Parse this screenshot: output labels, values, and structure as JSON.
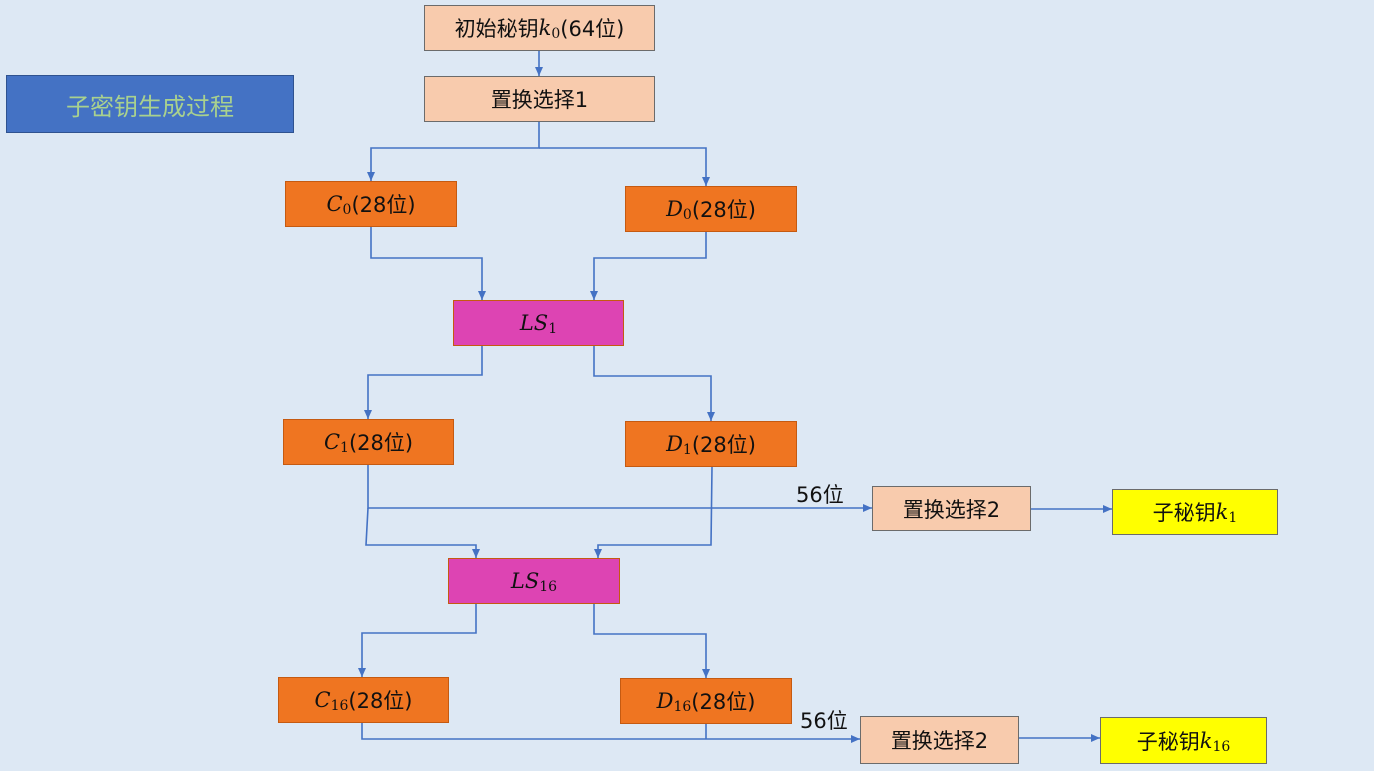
{
  "title": "子密钥生成过程",
  "initial_key": {
    "text": "初始秘钥",
    "var": "k",
    "sub": "0",
    "suffix": "(64位)"
  },
  "pc1": {
    "label": "置换选择1"
  },
  "c0": {
    "var": "C",
    "sub": "0",
    "suffix": "(28位)"
  },
  "d0": {
    "var": "D",
    "sub": "0",
    "suffix": "(28位)"
  },
  "ls1": {
    "var": "LS",
    "sub": "1"
  },
  "c1": {
    "var": "C",
    "sub": "1",
    "suffix": "(28位)"
  },
  "d1": {
    "var": "D",
    "sub": "1",
    "suffix": "(28位)"
  },
  "pc2_a": {
    "label": "置换选择2",
    "input_label": "56位"
  },
  "subkey1": {
    "text": "子秘钥",
    "var": "k",
    "sub": "1"
  },
  "ls16": {
    "var": "LS",
    "sub": "16"
  },
  "c16": {
    "var": "C",
    "sub": "16",
    "suffix": "(28位)"
  },
  "d16": {
    "var": "D",
    "sub": "16",
    "suffix": "(28位)"
  },
  "pc2_b": {
    "label": "置换选择2",
    "input_label": "56位"
  },
  "subkey16": {
    "text": "子秘钥",
    "var": "k",
    "sub": "16"
  },
  "colors": {
    "background": "#dde8f4",
    "peach": "#f8cbad",
    "orange": "#ef7521",
    "magenta": "#dd44b3",
    "yellow": "#ffff00",
    "title_box": "#4472c4",
    "title_text": "#a9d18e",
    "arrow": "#4472c4"
  }
}
